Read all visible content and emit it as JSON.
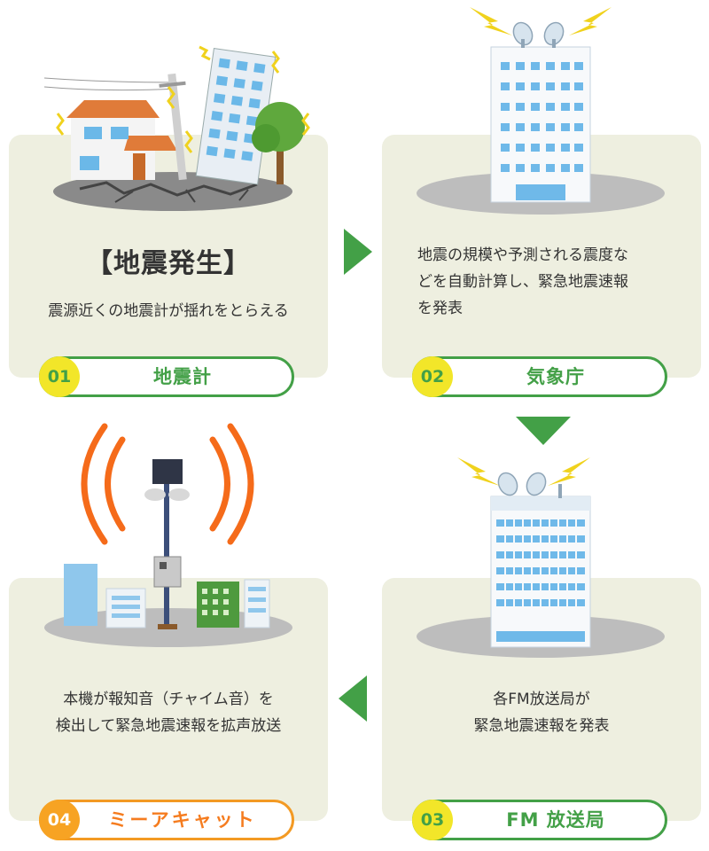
{
  "steps": [
    {
      "number": "01",
      "label": "地震計",
      "title": "【地震発生】",
      "description": [
        "震源近くの地震計が揺れをとらえる"
      ]
    },
    {
      "number": "02",
      "label": "気象庁",
      "description": [
        "地震の規模や予測される震度な",
        "どを自動計算し、緊急地震速報",
        "を発表"
      ]
    },
    {
      "number": "03",
      "label": "FM 放送局",
      "description": [
        "各FM放送局が",
        "緊急地震速報を発表"
      ]
    },
    {
      "number": "04",
      "label": "ミーアキャット",
      "description": [
        "本機が報知音（チャイム音）を",
        "検出して緊急地震速報を拡声放送"
      ]
    }
  ],
  "colors": {
    "card_bg": "#eeefe0",
    "accent_green": "#43a047",
    "accent_orange": "#f39a23",
    "badge_yellow": "#f2e629",
    "signal_orange": "#f56b1a"
  }
}
